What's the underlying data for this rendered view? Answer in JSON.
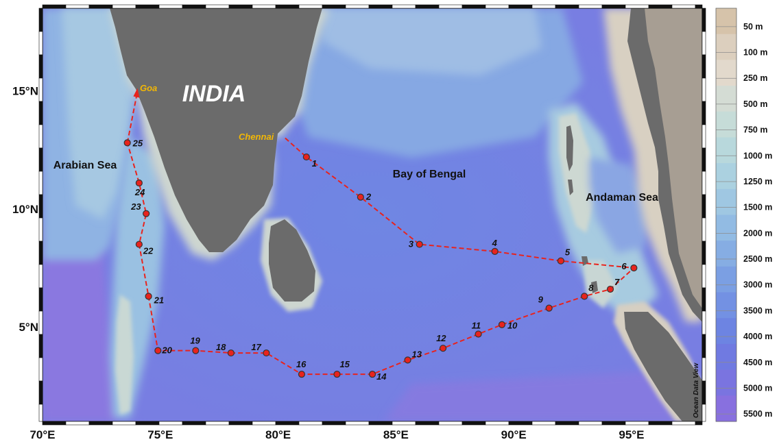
{
  "map": {
    "lon_range": [
      70,
      98
    ],
    "lat_range": [
      1,
      18.5
    ],
    "lon_ticks": [
      {
        "value": 70,
        "label": "70°E"
      },
      {
        "value": 75,
        "label": "75°E"
      },
      {
        "value": 80,
        "label": "80°E"
      },
      {
        "value": 85,
        "label": "85°E"
      },
      {
        "value": 90,
        "label": "90°E"
      },
      {
        "value": 95,
        "label": "95°E"
      }
    ],
    "lat_ticks": [
      {
        "value": 5,
        "label": "5°N"
      },
      {
        "value": 10,
        "label": "10°N"
      },
      {
        "value": 15,
        "label": "15°N"
      }
    ],
    "region_labels": {
      "india": "INDIA",
      "arabian_sea": "Arabian Sea",
      "bay_of_bengal": "Bay of Bengal",
      "andaman_sea": "Andaman Sea"
    },
    "ports": [
      {
        "name": "Goa",
        "lon": 74.0,
        "lat": 15.0,
        "color": "#f2b705"
      },
      {
        "name": "Chennai",
        "lon": 80.3,
        "lat": 13.0,
        "color": "#f2b705"
      }
    ],
    "route_color": "#e8231d",
    "stations": [
      {
        "id": "1",
        "lon": 81.2,
        "lat": 12.2
      },
      {
        "id": "2",
        "lon": 83.5,
        "lat": 10.5
      },
      {
        "id": "3",
        "lon": 86.0,
        "lat": 8.5
      },
      {
        "id": "4",
        "lon": 89.2,
        "lat": 8.2
      },
      {
        "id": "5",
        "lon": 92.0,
        "lat": 7.8
      },
      {
        "id": "6",
        "lon": 95.1,
        "lat": 7.5
      },
      {
        "id": "7",
        "lon": 94.1,
        "lat": 6.6
      },
      {
        "id": "8",
        "lon": 93.0,
        "lat": 6.3
      },
      {
        "id": "9",
        "lon": 91.5,
        "lat": 5.8
      },
      {
        "id": "10",
        "lon": 89.5,
        "lat": 5.1
      },
      {
        "id": "11",
        "lon": 88.5,
        "lat": 4.7
      },
      {
        "id": "12",
        "lon": 87.0,
        "lat": 4.1
      },
      {
        "id": "13",
        "lon": 85.5,
        "lat": 3.6
      },
      {
        "id": "14",
        "lon": 84.0,
        "lat": 3.0
      },
      {
        "id": "15",
        "lon": 82.5,
        "lat": 3.0
      },
      {
        "id": "16",
        "lon": 81.0,
        "lat": 3.0
      },
      {
        "id": "17",
        "lon": 79.5,
        "lat": 3.9
      },
      {
        "id": "18",
        "lon": 78.0,
        "lat": 3.9
      },
      {
        "id": "19",
        "lon": 76.5,
        "lat": 4.0
      },
      {
        "id": "20",
        "lon": 74.9,
        "lat": 4.0
      },
      {
        "id": "21",
        "lon": 74.5,
        "lat": 6.3
      },
      {
        "id": "22",
        "lon": 74.1,
        "lat": 8.5
      },
      {
        "id": "23",
        "lon": 74.4,
        "lat": 9.8
      },
      {
        "id": "24",
        "lon": 74.1,
        "lat": 11.1
      },
      {
        "id": "25",
        "lon": 73.6,
        "lat": 12.8
      }
    ],
    "credit": "Ocean Data View"
  },
  "legend": {
    "entries": [
      {
        "label": "50 m",
        "color": "#d6c3aa"
      },
      {
        "label": "100 m",
        "color": "#dccfbe"
      },
      {
        "label": "250 m",
        "color": "#e2d9cc"
      },
      {
        "label": "500 m",
        "color": "#d4dcd4"
      },
      {
        "label": "750 m",
        "color": "#c6dcd8"
      },
      {
        "label": "1000 m",
        "color": "#b8d8dc"
      },
      {
        "label": "1250 m",
        "color": "#abd1e0"
      },
      {
        "label": "1500 m",
        "color": "#9fc7e2"
      },
      {
        "label": "2000 m",
        "color": "#92bbe3"
      },
      {
        "label": "2500 m",
        "color": "#86ade3"
      },
      {
        "label": "3000 m",
        "color": "#7b9fe3"
      },
      {
        "label": "3500 m",
        "color": "#7391e3"
      },
      {
        "label": "4000 m",
        "color": "#6d84e2"
      },
      {
        "label": "4500 m",
        "color": "#707ae1"
      },
      {
        "label": "5000 m",
        "color": "#7a74e0"
      },
      {
        "label": "5500 m",
        "color": "#8870df"
      }
    ]
  }
}
